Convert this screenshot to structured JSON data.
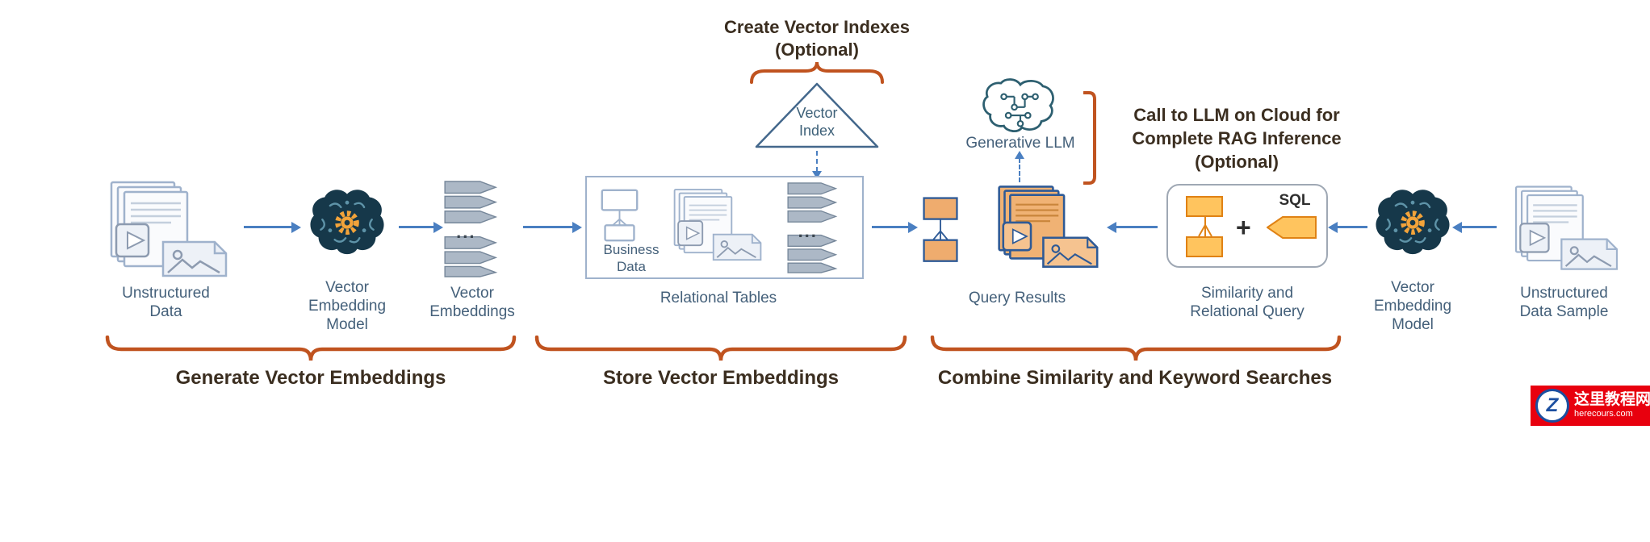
{
  "flow": {
    "unstructured_data": {
      "label": "Unstructured Data"
    },
    "embedding_model_left": {
      "label": "Vector Embedding Model"
    },
    "vector_embeddings": {
      "label": "Vector Embeddings",
      "ellipsis": "..."
    },
    "relational_tables": {
      "label": "Relational Tables",
      "business_data": "Business Data",
      "ellipsis": "..."
    },
    "vector_index": {
      "label": "Vector Index"
    },
    "query_results": {
      "label": "Query Results"
    },
    "generative_llm": {
      "label": "Generative LLM"
    },
    "similarity_query": {
      "label": "Similarity and Relational Query",
      "sql_label": "SQL",
      "plus": "+"
    },
    "embedding_model_right": {
      "label": "Vector Embedding Model"
    },
    "unstructured_data_sample": {
      "label": "Unstructured Data Sample"
    }
  },
  "annotations": {
    "create_vector_indexes": {
      "line1": "Create Vector Indexes",
      "line2": "(Optional)"
    },
    "call_to_llm": {
      "line1": "Call to LLM on Cloud for",
      "line2": "Complete RAG Inference",
      "line3": "(Optional)"
    }
  },
  "sections": [
    {
      "label": "Generate Vector Embeddings"
    },
    {
      "label": "Store Vector Embeddings"
    },
    {
      "label": "Combine Similarity and Keyword Searches"
    }
  ],
  "watermark": {
    "monogram": "Z",
    "title": "这里教程网",
    "domain": "herecours.com"
  },
  "colors": {
    "arrow": "#4A7FC1",
    "brace": "#C0531F",
    "caption": "#44607A",
    "title": "#3B2E20",
    "accent-orange": "#E08214",
    "tag-fill": "#FFC45E",
    "box-border": "#9FB2CC",
    "watermark-red": "#E8000E"
  }
}
